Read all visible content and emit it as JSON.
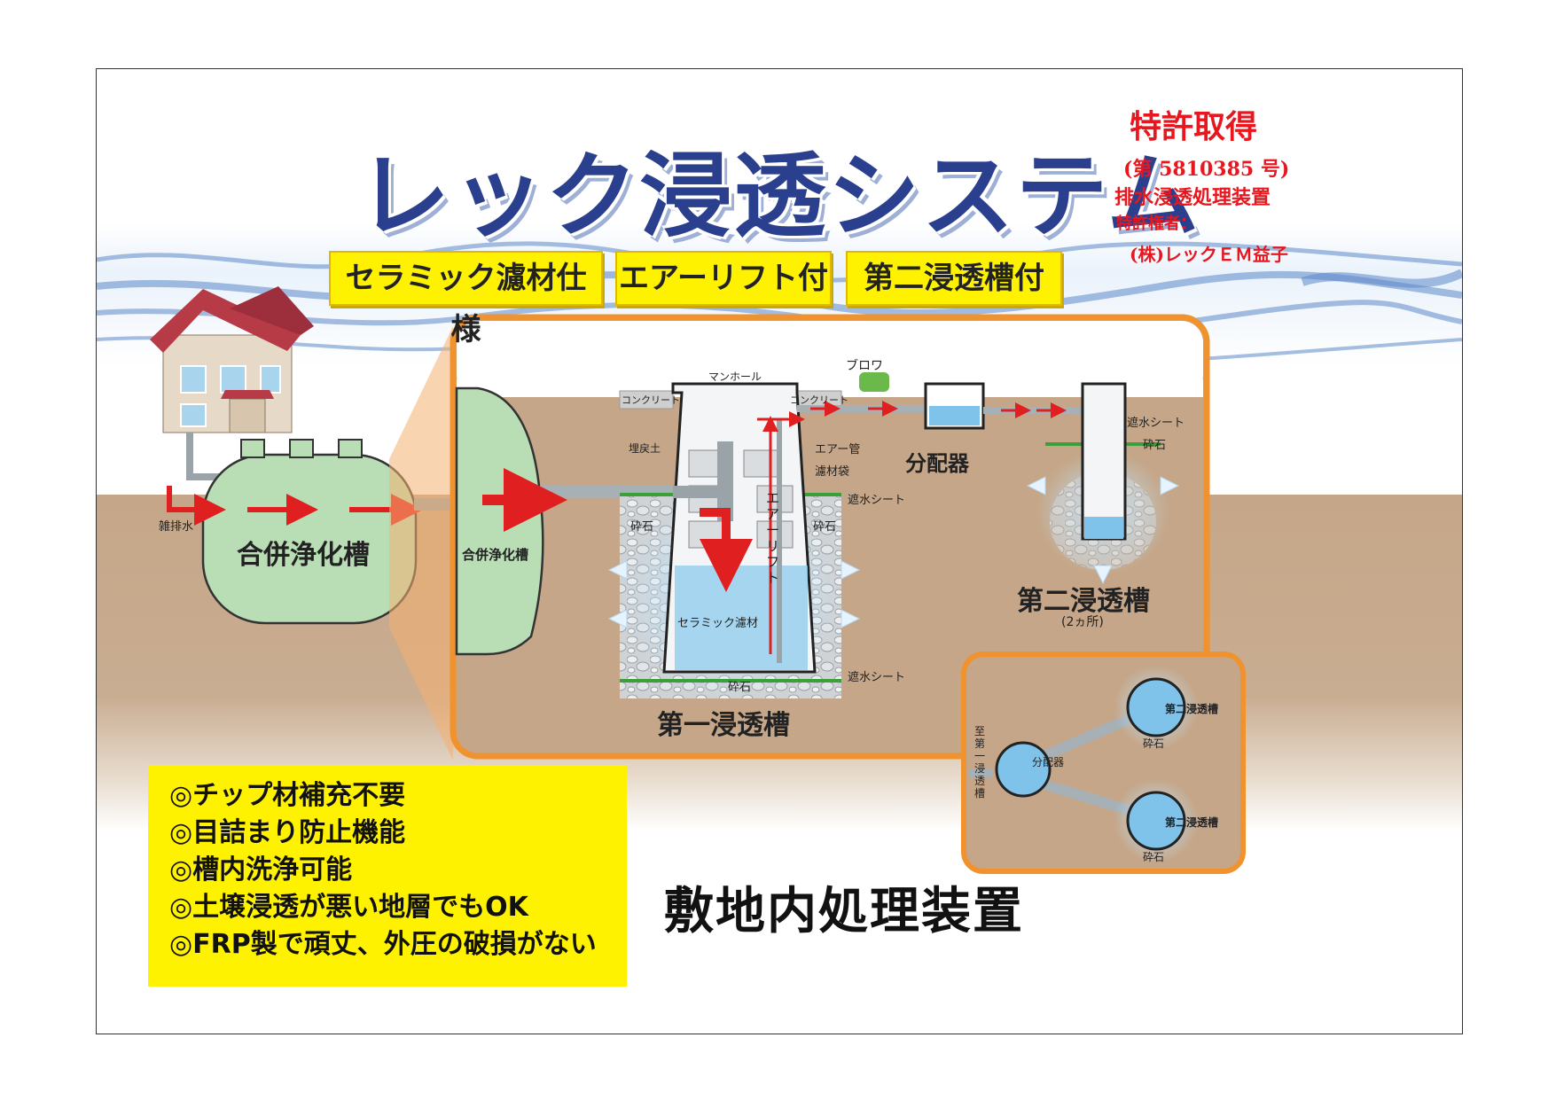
{
  "title": "レック浸透システム",
  "badges": [
    "セラミック濾材仕様",
    "エアーリフト付",
    "第二浸透槽付"
  ],
  "patent": {
    "heading": "特許取得",
    "number": "(第 5810385 号)",
    "name": "排水浸透処理装置",
    "holder_label": "特許権者：",
    "holder": "(株)レックＥＭ益子"
  },
  "labels": {
    "gray_water": "雑排水",
    "septic_tank": "合併浄化槽",
    "septic_tank_small": "合併浄化槽",
    "concrete_left": "コンクリート",
    "concrete_right": "コンクリート",
    "manhole": "マンホール",
    "blower": "ブロワ",
    "backfill": "埋戻土",
    "air_pipe": "エアー管",
    "filter_bag": "濾材袋",
    "waterproof_sheet_1": "遮水シート",
    "waterproof_sheet_2": "遮水シート",
    "waterproof_sheet_3": "遮水シート",
    "gravel_1": "砕石",
    "gravel_2": "砕石",
    "gravel_3": "砕石",
    "gravel_4": "砕石",
    "air_lift": "エアーリフト",
    "ceramic_media": "セラミック濾材",
    "distributor": "分配器",
    "first_tank": "第一浸透槽",
    "second_tank": "第二浸透槽",
    "second_tank_count": "(2ヵ所)",
    "inset_from": "至第一浸透槽",
    "inset_distributor": "分配器",
    "inset_second_tank_1": "第二浸透槽",
    "inset_second_tank_2": "第二浸透槽",
    "inset_gravel_1": "砕石",
    "inset_gravel_2": "砕石"
  },
  "features": [
    "◎チップ材補充不要",
    "◎目詰まり防止機能",
    "◎槽内洗浄可能",
    "◎土壌浸透が悪い地層でもOK",
    "◎FRP製で頑丈、外圧の破損がない"
  ],
  "footer": "敷地内処理装置",
  "colors": {
    "title_blue": "#2b3f8f",
    "badge_yellow": "#fff200",
    "patent_red": "#e8171f",
    "panel_orange": "#f0922e",
    "tank_green": "#b9ddb5",
    "soil_brown": "#c5a688",
    "arrow_red": "#e02020"
  }
}
